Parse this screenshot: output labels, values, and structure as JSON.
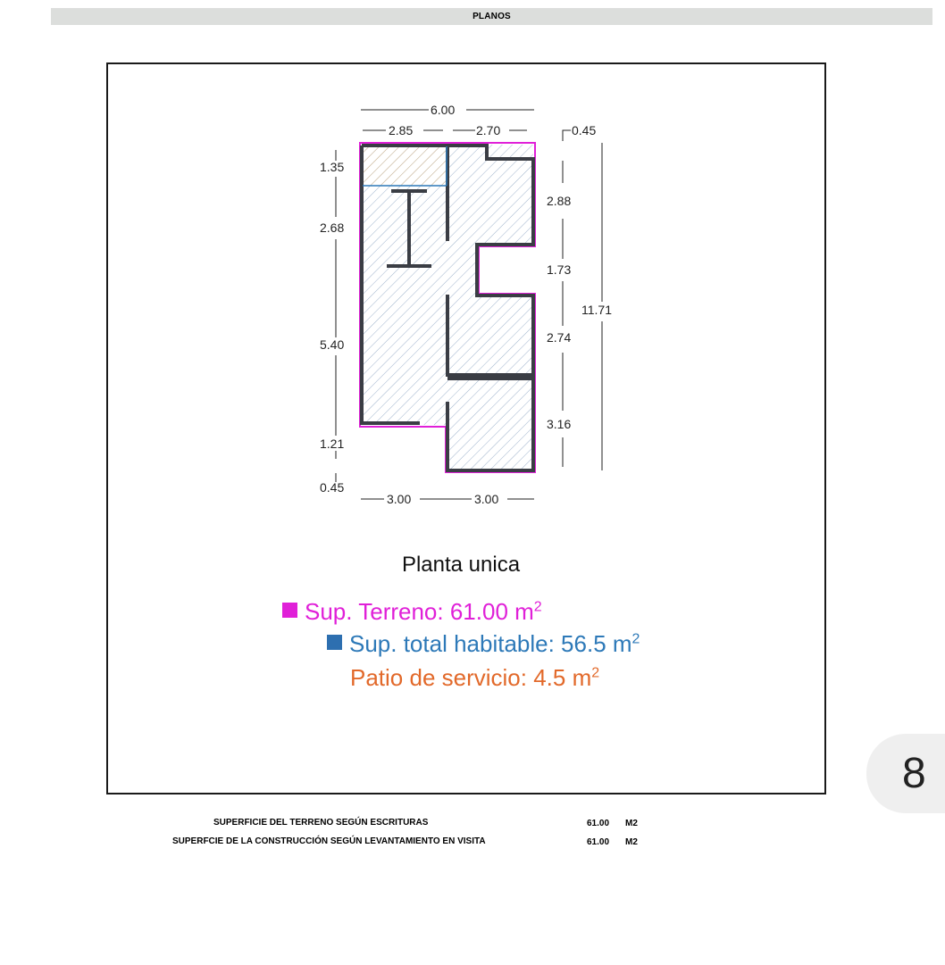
{
  "header": {
    "title": "PLANOS"
  },
  "plan": {
    "title": "Planta unica",
    "dimensions": {
      "total_width": "6.00",
      "top_left": "2.85",
      "top_right": "2.70",
      "offset": "0.45",
      "left_1": "1.35",
      "left_2": "2.68",
      "left_3": "5.40",
      "left_4": "1.21",
      "left_5": "0.45",
      "right_1": "2.88",
      "right_2": "1.73",
      "right_3": "2.74",
      "right_4": "3.16",
      "total_height": "11.71",
      "bottom_left": "3.00",
      "bottom_right": "3.00"
    },
    "colors": {
      "terreno": "#e020d8",
      "habitable": "#2d6fb0",
      "patio": "#e2692a",
      "walls": "#3a3d44"
    }
  },
  "legend": {
    "terreno": {
      "label": "Sup. Terreno: 61.00 m",
      "sup": "2"
    },
    "habitable": {
      "label": "Sup. total habitable: 56.5 m",
      "sup": "2"
    },
    "patio": {
      "label": "Patio de servicio: 4.5 m",
      "sup": "2"
    }
  },
  "page_number": "8",
  "surfaces": [
    {
      "label": "SUPERFICIE DEL TERRENO SEGÚN ESCRITURAS",
      "value": "61.00",
      "unit": "M2"
    },
    {
      "label": "SUPERFCIE DE LA CONSTRUCCIÓN SEGÚN LEVANTAMIENTO EN VISITA",
      "value": "61.00",
      "unit": "M2"
    }
  ]
}
